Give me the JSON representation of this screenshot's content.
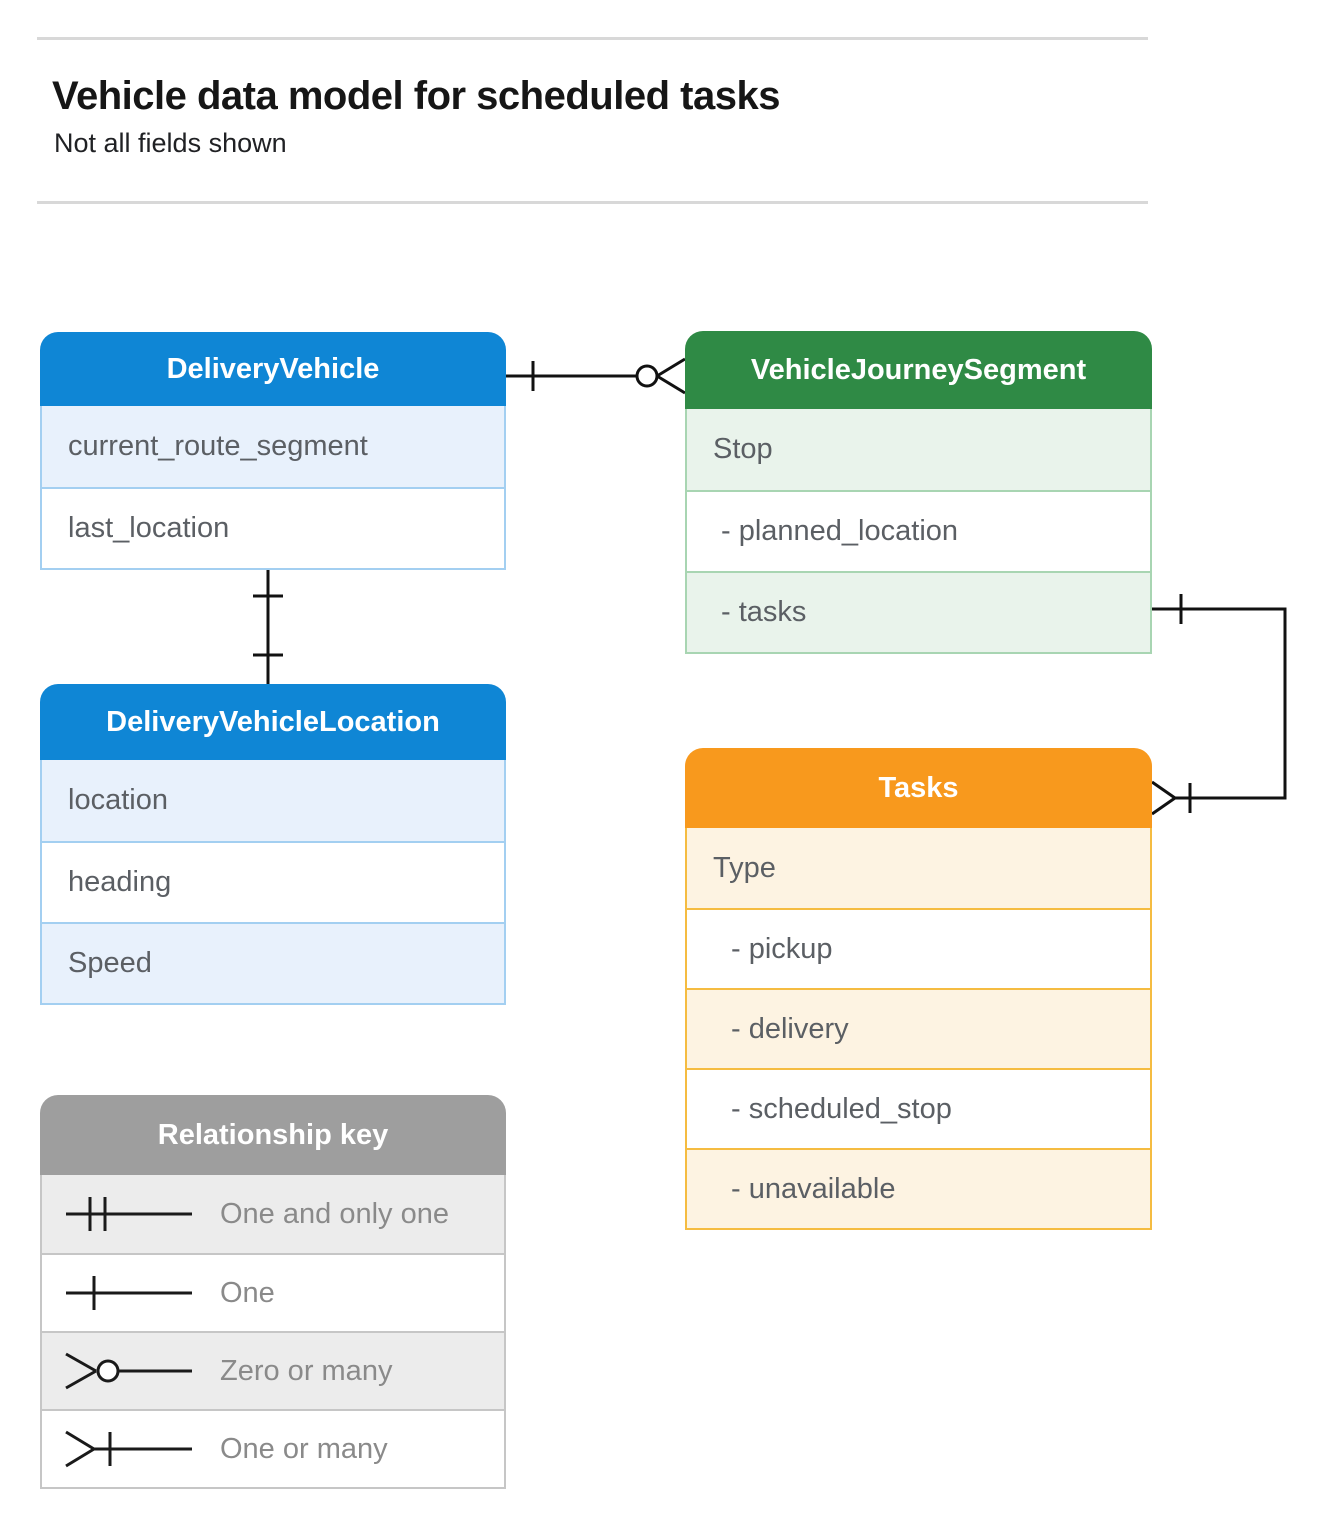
{
  "page": {
    "title": "Vehicle data model for scheduled tasks",
    "subtitle": "Not all fields shown"
  },
  "entities": {
    "delivery_vehicle": {
      "title": "DeliveryVehicle",
      "fields": [
        "current_route_segment",
        "last_location"
      ]
    },
    "vehicle_journey_segment": {
      "title": "VehicleJourneySegment",
      "fields": [
        "Stop",
        "- planned_location",
        "- tasks"
      ]
    },
    "delivery_vehicle_location": {
      "title": "DeliveryVehicleLocation",
      "fields": [
        "location",
        "heading",
        "Speed"
      ]
    },
    "tasks": {
      "title": "Tasks",
      "fields": [
        "Type",
        "- pickup",
        "- delivery",
        "- scheduled_stop",
        "- unavailable"
      ]
    }
  },
  "relationship_key": {
    "title": "Relationship key",
    "items": [
      {
        "symbol": "one-and-only-one",
        "label": "One and only one"
      },
      {
        "symbol": "one",
        "label": "One"
      },
      {
        "symbol": "zero-or-many",
        "label": "Zero or many"
      },
      {
        "symbol": "one-or-many",
        "label": "One or many"
      }
    ]
  },
  "connectors": [
    {
      "from": "DeliveryVehicle",
      "to": "VehicleJourneySegment",
      "from_cardinality": "one",
      "to_cardinality": "zero-or-many"
    },
    {
      "from": "DeliveryVehicle",
      "to": "DeliveryVehicleLocation",
      "from_cardinality": "one",
      "to_cardinality": "one"
    },
    {
      "from": "VehicleJourneySegment.tasks",
      "to": "Tasks",
      "from_cardinality": "one",
      "to_cardinality": "one-or-many"
    }
  ],
  "colors": {
    "blue_header": "#0F86D5",
    "blue_row": "#E8F1FC",
    "blue_border": "#A3CFF1",
    "green_header": "#2F8A45",
    "green_row": "#E9F3EB",
    "green_border": "#A8D5B2",
    "orange_header": "#F8991D",
    "orange_row": "#FDF3E2",
    "orange_border": "#F5BC41",
    "gray_header": "#9E9E9E",
    "gray_row": "#ECECEC",
    "gray_border": "#C6C6C6",
    "line": "#111111"
  }
}
